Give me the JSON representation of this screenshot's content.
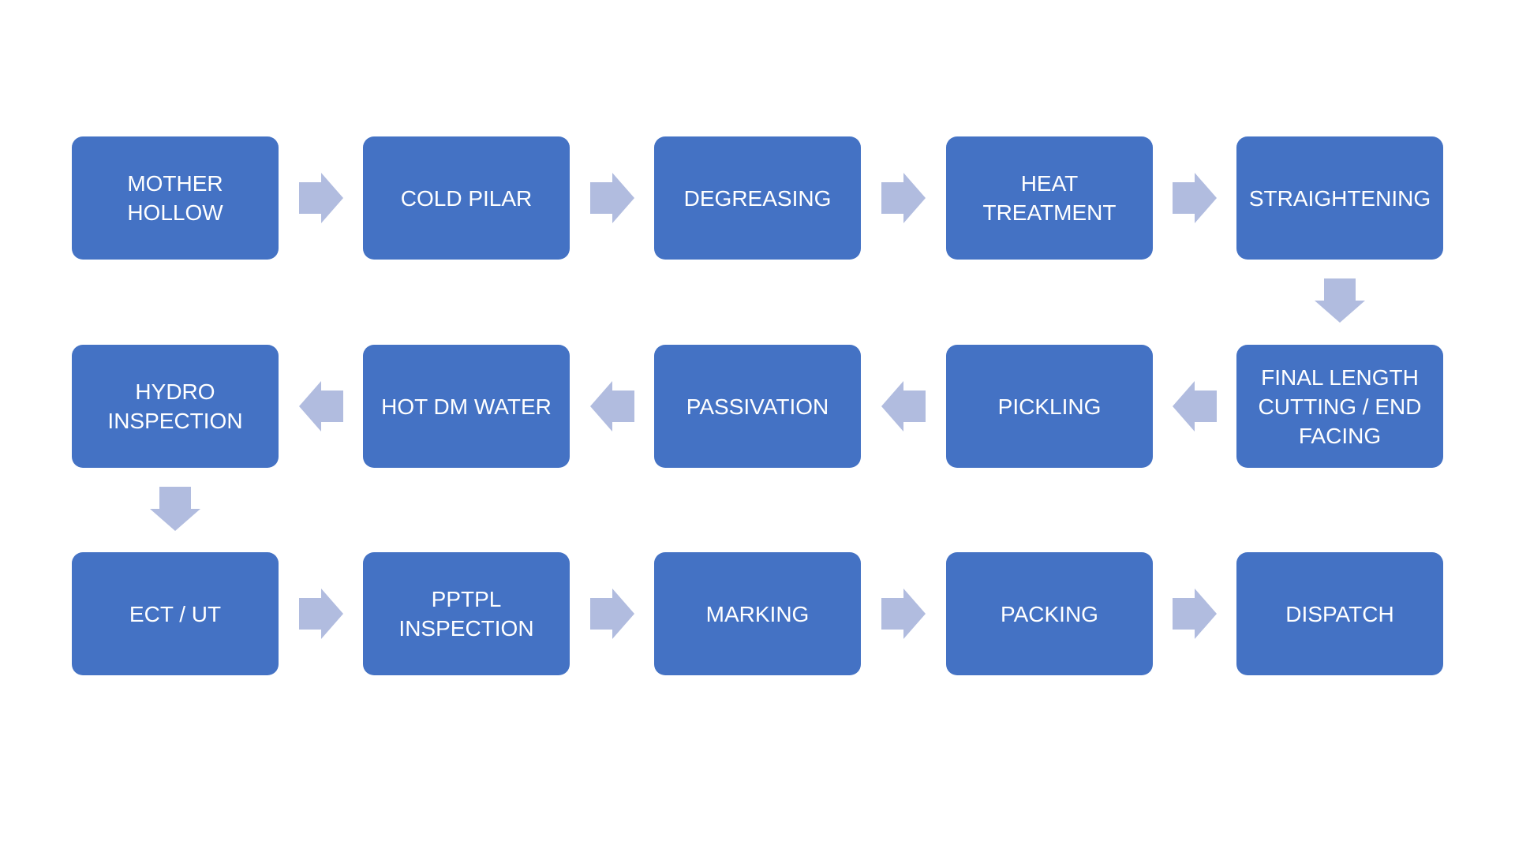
{
  "colors": {
    "box": "#4472C4",
    "arrow": "#B1BCDF",
    "text": "#FFFFFF"
  },
  "rows": [
    [
      "MOTHER\nHOLLOW",
      "COLD PILAR",
      "DEGREASING",
      "HEAT\nTREATMENT",
      "STRAIGHTENING"
    ],
    [
      "HYDRO\nINSPECTION",
      "HOT DM WATER",
      "PASSIVATION",
      "PICKLING",
      "FINAL LENGTH\nCUTTING / END\nFACING"
    ],
    [
      "ECT / UT",
      "PPTPL\nINSPECTION",
      "MARKING",
      "PACKING",
      "DISPATCH"
    ]
  ]
}
